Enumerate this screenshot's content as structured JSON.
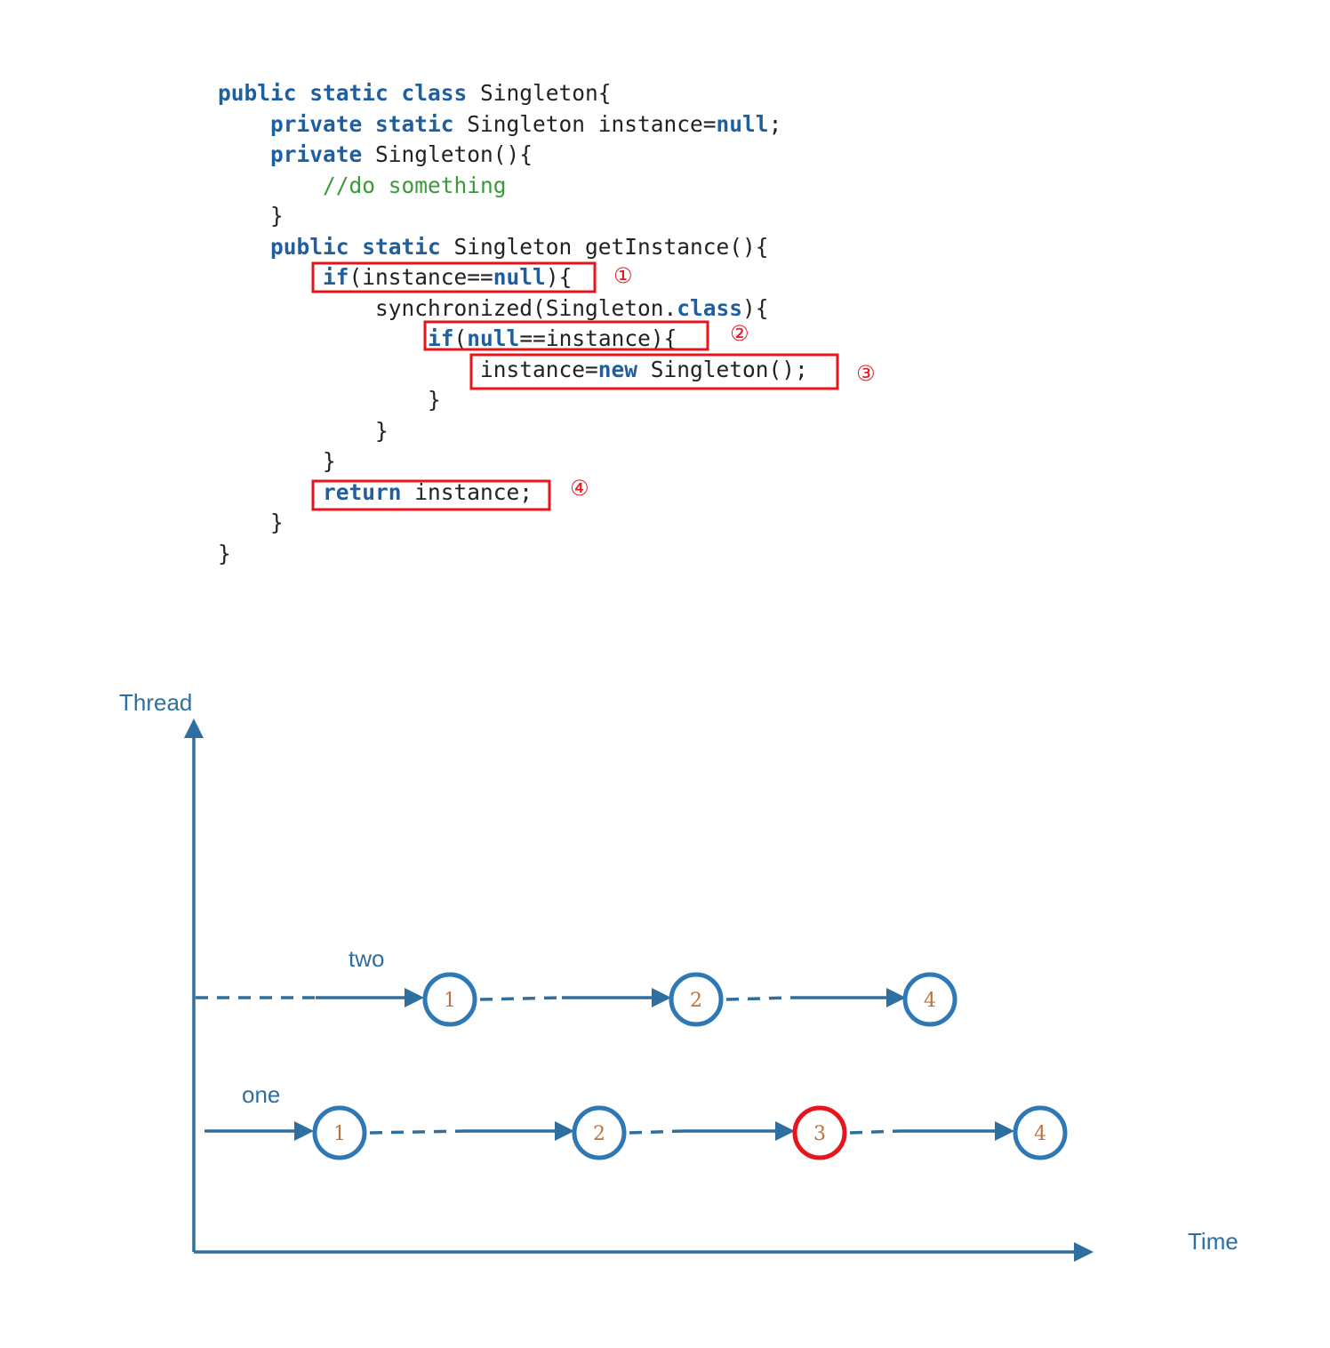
{
  "code": {
    "lines": [
      [
        {
          "t": "public static class",
          "k": "kw"
        },
        {
          "t": " Singleton{",
          "k": "tx"
        }
      ],
      [
        {
          "t": "    ",
          "k": "tx"
        },
        {
          "t": "private static",
          "k": "kw"
        },
        {
          "t": " Singleton instance=",
          "k": "tx"
        },
        {
          "t": "null",
          "k": "kw"
        },
        {
          "t": ";",
          "k": "tx"
        }
      ],
      [
        {
          "t": "    ",
          "k": "tx"
        },
        {
          "t": "private",
          "k": "kw"
        },
        {
          "t": " Singleton(){",
          "k": "tx"
        }
      ],
      [
        {
          "t": "        //do something",
          "k": "cm"
        }
      ],
      [
        {
          "t": "    }",
          "k": "tx"
        }
      ],
      [
        {
          "t": "    ",
          "k": "tx"
        },
        {
          "t": "public static",
          "k": "kw"
        },
        {
          "t": " Singleton getInstance(){",
          "k": "tx"
        }
      ],
      [
        {
          "t": "        ",
          "k": "tx"
        },
        {
          "t": "if",
          "k": "kw"
        },
        {
          "t": "(instance==",
          "k": "tx"
        },
        {
          "t": "null",
          "k": "kw"
        },
        {
          "t": "){",
          "k": "tx"
        }
      ],
      [
        {
          "t": "            synchronized(Singleton.",
          "k": "tx"
        },
        {
          "t": "class",
          "k": "kw"
        },
        {
          "t": "){",
          "k": "tx"
        }
      ],
      [
        {
          "t": "                ",
          "k": "tx"
        },
        {
          "t": "if",
          "k": "kw"
        },
        {
          "t": "(",
          "k": "tx"
        },
        {
          "t": "null",
          "k": "kw"
        },
        {
          "t": "==instance){",
          "k": "tx"
        }
      ],
      [
        {
          "t": "                    instance=",
          "k": "tx"
        },
        {
          "t": "new",
          "k": "kw"
        },
        {
          "t": " Singleton();",
          "k": "tx"
        }
      ],
      [
        {
          "t": "                }",
          "k": "tx"
        }
      ],
      [
        {
          "t": "            }",
          "k": "tx"
        }
      ],
      [
        {
          "t": "        }",
          "k": "tx"
        }
      ],
      [
        {
          "t": "        ",
          "k": "tx"
        },
        {
          "t": "return",
          "k": "kw"
        },
        {
          "t": " instance;",
          "k": "tx"
        }
      ],
      [
        {
          "t": "    }",
          "k": "tx"
        }
      ],
      [
        {
          "t": "}",
          "k": "tx"
        }
      ]
    ],
    "markers": [
      "①",
      "②",
      "③",
      "④"
    ]
  },
  "diagram": {
    "y_axis_label": "Thread",
    "x_axis_label": "Time",
    "threads": [
      {
        "name": "two",
        "steps": [
          "1",
          "2",
          "4"
        ]
      },
      {
        "name": "one",
        "steps": [
          "1",
          "2",
          "3",
          "4"
        ]
      }
    ],
    "colors": {
      "axis": "#2e6fa0",
      "node_stroke": "#2e78b5",
      "highlight_stroke": "#e8141c",
      "box_stroke": "#e8141c",
      "node_text": "#c0703a"
    }
  }
}
